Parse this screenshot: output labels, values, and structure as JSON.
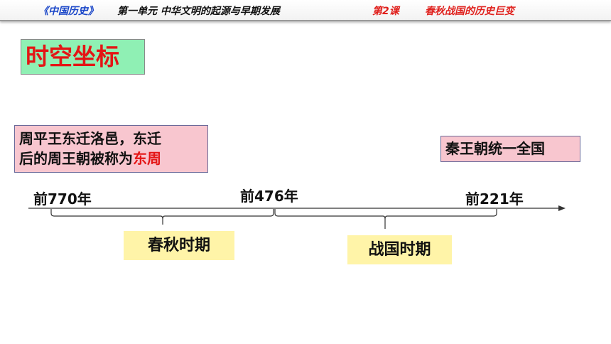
{
  "header": {
    "book": "《中国历史》",
    "unit": "第一单元   中华文明的起源与早期发展",
    "lesson": "第2课",
    "title": "春秋战国的历史巨变"
  },
  "section_title": "时空坐标",
  "note": {
    "line1": "周平王东迁洛邑，东迁",
    "line2_prefix": "后的周王朝被称为",
    "line2_highlight": "东周"
  },
  "qin_note": "秦王朝统一全国",
  "timeline": {
    "ticks": [
      "前770年",
      "前476年",
      "前221年"
    ],
    "periods": [
      "春秋时期",
      "战国时期"
    ]
  },
  "colors": {
    "header_book": "#1a46c8",
    "header_red": "#e0201c",
    "title_red": "#e41515",
    "title_bg": "#8ff0b4",
    "note_bg": "#f8c6cf",
    "period_bg": "#fff4a8"
  }
}
